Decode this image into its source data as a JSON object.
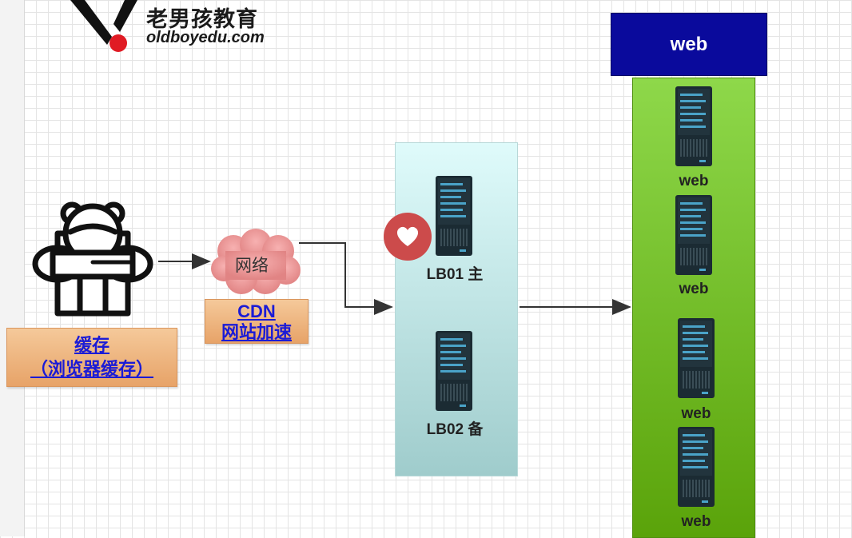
{
  "logo": {
    "text_cn": "老男孩教育",
    "text_en": "oldboyedu.com"
  },
  "user": {
    "label_line1": "缓存",
    "label_line2": "（浏览器缓存）"
  },
  "network": {
    "cloud_text": "网络",
    "cdn_line1": "CDN",
    "cdn_line2": "网站加速"
  },
  "lb": {
    "lb01": "LB01 主",
    "lb02": "LB02 备"
  },
  "web": {
    "header": "web",
    "servers": [
      "web",
      "web",
      "web",
      "web"
    ]
  },
  "colors": {
    "web_header": "#0a0a9c",
    "web_panel": "#6bbf1f",
    "lb_panel": "#c4ecec",
    "label_box": "#eeb27d",
    "heart_badge": "#cc4b4b"
  }
}
